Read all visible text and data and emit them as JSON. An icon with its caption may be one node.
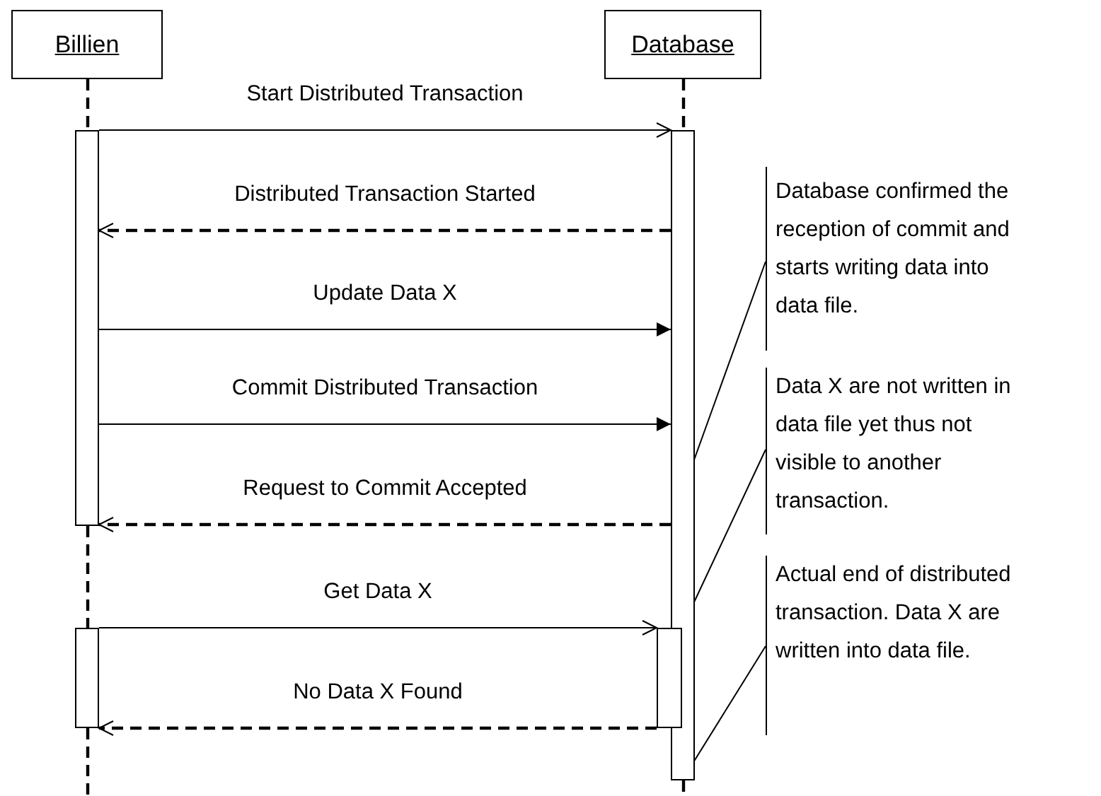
{
  "diagram": {
    "nodes": [
      {
        "text": [
          "Billien"
        ]
      },
      {
        "text": [
          "Database"
        ]
      },
      {
        "text": [],
        "shape": "bar"
      },
      {
        "text": [],
        "shape": "bar"
      },
      {
        "text": [],
        "shape": "bar"
      },
      {
        "text": [],
        "shape": "bar"
      },
      {
        "text": [
          "Database confirmed the reception of commit and starts writing data into data file."
        ]
      },
      {
        "text": [
          "Data X are not written in data file yet thus not visible to another transaction."
        ]
      },
      {
        "text": [
          "Actual end of distributed transaction. Data X are written into data file."
        ]
      }
    ],
    "edges": [
      {
        "from": 0,
        "to": 2,
        "arrow": "none",
        "style": "dashed"
      },
      {
        "from": 1,
        "to": 3,
        "arrow": "none",
        "style": "dashed"
      },
      {
        "from": 2,
        "to": 3,
        "arrow": "to",
        "label": "Start Distributed Transaction"
      },
      {
        "from": 3,
        "to": 2,
        "arrow": "to",
        "label": "Distributed Transaction Started",
        "style": "dashed"
      },
      {
        "from": 2,
        "to": 3,
        "arrow": "to",
        "label": "Update Data X"
      },
      {
        "from": 2,
        "to": 3,
        "arrow": "to",
        "label": "Commit Distributed Transaction"
      },
      {
        "from": 3,
        "to": 2,
        "arrow": "to",
        "label": "Request to Commit Accepted",
        "style": "dashed"
      },
      {
        "from": 2,
        "to": 4,
        "arrow": "none",
        "style": "dashed"
      },
      {
        "from": 4,
        "to": 5,
        "arrow": "to",
        "label": "Get Data X"
      },
      {
        "from": 5,
        "to": 4,
        "arrow": "to",
        "label": "No Data X Found",
        "style": "dashed"
      },
      {
        "from": 4,
        "to": null,
        "arrow": "none",
        "style": "dashed"
      },
      {
        "from": 3,
        "to": null,
        "arrow": "none",
        "style": "dashed"
      },
      {
        "from": 6,
        "to": 3,
        "arrow": "none"
      },
      {
        "from": 7,
        "to": 5,
        "arrow": "none"
      },
      {
        "from": 8,
        "to": 3,
        "arrow": "none"
      }
    ]
  }
}
